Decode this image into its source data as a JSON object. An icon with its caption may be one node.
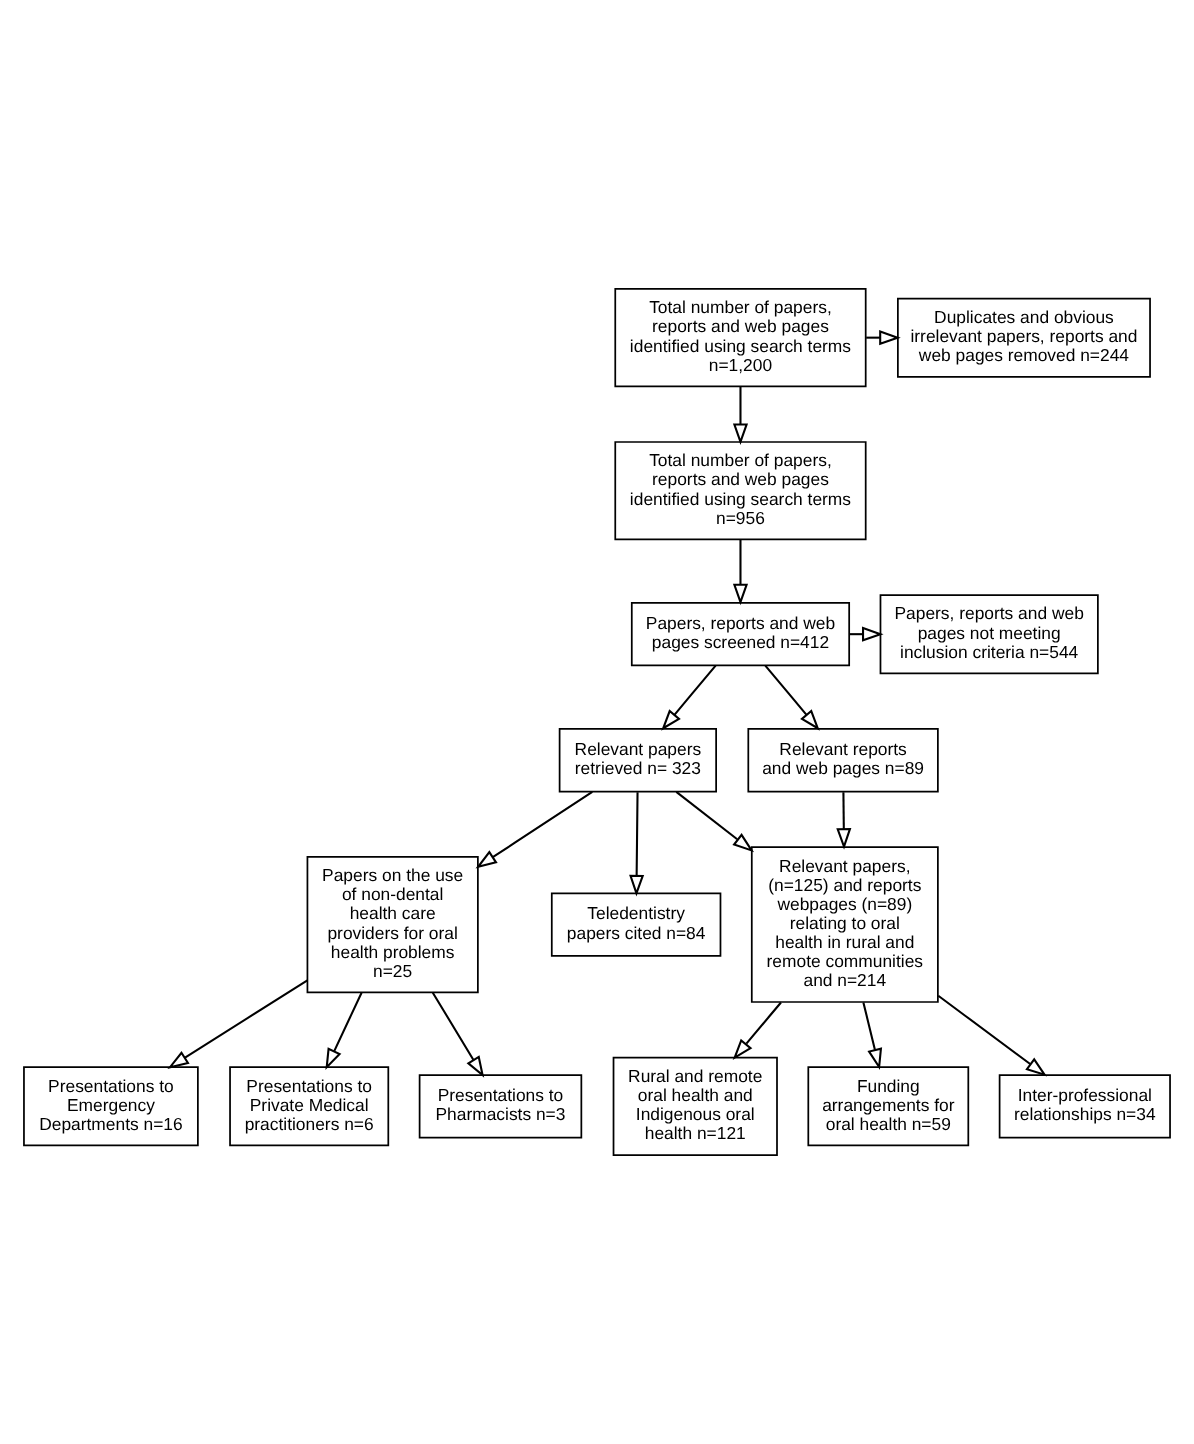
{
  "diagram": {
    "nodes": [
      {
        "text": [
          "Total number of papers, reports and web pages identified using search terms n=1,200"
        ]
      },
      {
        "text": [
          "Duplicates and obvious irrelevant papers, reports and web pages removed n=244"
        ]
      },
      {
        "text": [
          "Total number of papers, reports and web pages identified using search terms n=956"
        ]
      },
      {
        "text": [
          "Papers, reports and web pages screened n=412"
        ]
      },
      {
        "text": [
          "Papers, reports and web pages not meeting inclusion criteria n=544"
        ]
      },
      {
        "text": [
          "Relevant papers retrieved n= 323"
        ]
      },
      {
        "text": [
          "Relevant reports and web pages n=89"
        ]
      },
      {
        "text": [
          "Papers on the use of non-dental health care providers for oral health problems n=25"
        ]
      },
      {
        "text": [
          "Teledentistry papers cited n=84"
        ]
      },
      {
        "text": [
          "Relevant papers, (n=125) and reports webpages (n=89) relating to oral health in rural and remote communities and n=214"
        ]
      },
      {
        "text": [
          "Presentations to Emergency Departments n=16"
        ]
      },
      {
        "text": [
          "Presentations to Private Medical practitioners n=6"
        ]
      },
      {
        "text": [
          "Presentations to Pharmacists n=3"
        ]
      },
      {
        "text": [
          "Rural and remote oral health and Indigenous oral health n=121"
        ]
      },
      {
        "text": [
          "Funding arrangements for oral health n=59"
        ]
      },
      {
        "text": [
          "Inter-professional relationships n=34"
        ]
      }
    ],
    "edges": [
      {
        "from": 0,
        "to": 1,
        "arrow": "to"
      },
      {
        "from": 0,
        "to": 2,
        "arrow": "to"
      },
      {
        "from": 2,
        "to": 3,
        "arrow": "to"
      },
      {
        "from": 3,
        "to": 4,
        "arrow": "to"
      },
      {
        "from": 3,
        "to": 5,
        "arrow": "to"
      },
      {
        "from": 3,
        "to": 6,
        "arrow": "to"
      },
      {
        "from": 5,
        "to": 7,
        "arrow": "to"
      },
      {
        "from": 5,
        "to": 8,
        "arrow": "to"
      },
      {
        "from": 5,
        "to": 9,
        "arrow": "to"
      },
      {
        "from": 6,
        "to": 9,
        "arrow": "to"
      },
      {
        "from": 7,
        "to": 10,
        "arrow": "to"
      },
      {
        "from": 7,
        "to": 11,
        "arrow": "to"
      },
      {
        "from": 7,
        "to": 12,
        "arrow": "to"
      },
      {
        "from": 9,
        "to": 13,
        "arrow": "to"
      },
      {
        "from": 9,
        "to": 14,
        "arrow": "to"
      },
      {
        "from": 9,
        "to": 15,
        "arrow": "to"
      }
    ]
  }
}
